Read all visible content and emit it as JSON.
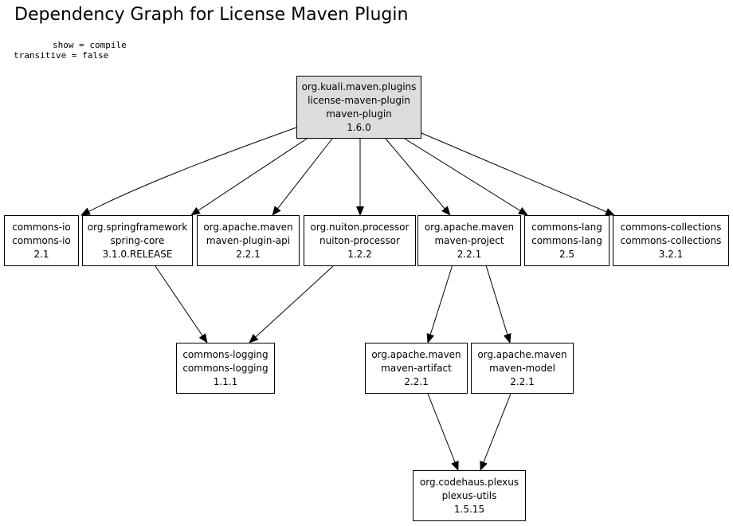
{
  "title": "Dependency Graph for License Maven Plugin",
  "params": {
    "show": "show = compile",
    "transitive": "transitive = false"
  },
  "nodes": {
    "root": [
      "org.kuali.maven.plugins",
      "license-maven-plugin",
      "maven-plugin",
      "1.6.0"
    ],
    "commons_io": [
      "commons-io",
      "commons-io",
      "2.1"
    ],
    "spring_core": [
      "org.springframework",
      "spring-core",
      "3.1.0.RELEASE"
    ],
    "maven_plugin_api": [
      "org.apache.maven",
      "maven-plugin-api",
      "2.2.1"
    ],
    "nuiton_processor": [
      "org.nuiton.processor",
      "nuiton-processor",
      "1.2.2"
    ],
    "maven_project": [
      "org.apache.maven",
      "maven-project",
      "2.2.1"
    ],
    "commons_lang": [
      "commons-lang",
      "commons-lang",
      "2.5"
    ],
    "commons_collections": [
      "commons-collections",
      "commons-collections",
      "3.2.1"
    ],
    "commons_logging": [
      "commons-logging",
      "commons-logging",
      "1.1.1"
    ],
    "maven_artifact": [
      "org.apache.maven",
      "maven-artifact",
      "2.2.1"
    ],
    "maven_model": [
      "org.apache.maven",
      "maven-model",
      "2.2.1"
    ],
    "plexus_utils": [
      "org.codehaus.plexus",
      "plexus-utils",
      "1.5.15"
    ]
  },
  "edges": [
    [
      "root",
      "commons_io"
    ],
    [
      "root",
      "spring_core"
    ],
    [
      "root",
      "maven_plugin_api"
    ],
    [
      "root",
      "nuiton_processor"
    ],
    [
      "root",
      "maven_project"
    ],
    [
      "root",
      "commons_lang"
    ],
    [
      "root",
      "commons_collections"
    ],
    [
      "spring_core",
      "commons_logging"
    ],
    [
      "nuiton_processor",
      "commons_logging"
    ],
    [
      "maven_project",
      "maven_artifact"
    ],
    [
      "maven_project",
      "maven_model"
    ],
    [
      "maven_artifact",
      "plexus_utils"
    ],
    [
      "maven_model",
      "plexus_utils"
    ]
  ]
}
